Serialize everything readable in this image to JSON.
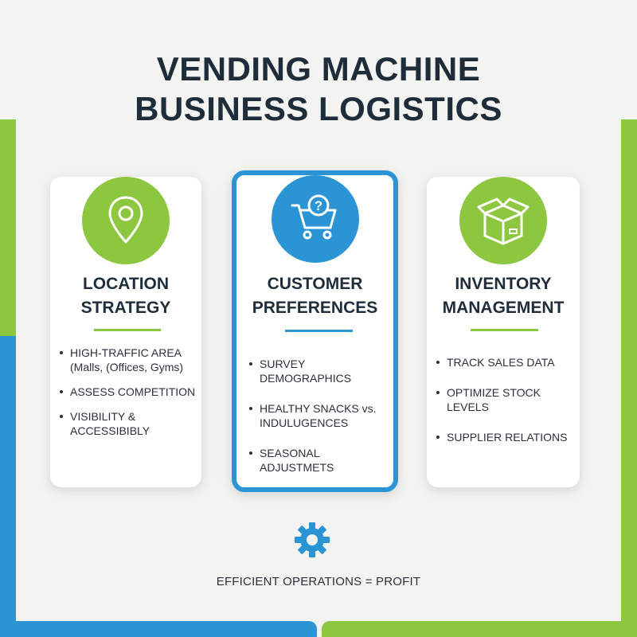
{
  "title": {
    "line1": "VENDING MACHINE",
    "line2": "BUSINESS LOGISTICS"
  },
  "colors": {
    "green": "#8dc63f",
    "blue": "#2b94d4",
    "dark": "#1f2d3a",
    "background": "#f3f3f1"
  },
  "cards": [
    {
      "icon": "location-pin-icon",
      "title_line1": "LOCATION",
      "title_line2": "STRATEGY",
      "bullets": [
        "HIGH-TRAFFIC AREA (Malls, (Offices, Gyms)",
        "ASSESS COMPETITION",
        "VISIBILITY & ACCESSIBIBLY"
      ]
    },
    {
      "icon": "shopping-cart-question-icon",
      "title_line1": "CUSTOMER",
      "title_line2": "PREFERENCES",
      "bullets": [
        "SURVEY DEMOGRAPHICS",
        "HEALTHY SNACKS vs. INDULUGENCES",
        "SEASONAL ADJUSTMETS"
      ]
    },
    {
      "icon": "box-package-icon",
      "title_line1": "INVENTORY",
      "title_line2": "MANAGEMENT",
      "bullets": [
        "TRACK SALES DATA",
        "OPTIMIZE STOCK LEVELS",
        "SUPPLIER RELATIONS"
      ]
    }
  ],
  "footer": {
    "icon": "gear-icon",
    "text": "EFFICIENT OPERATIONS = PROFIT"
  }
}
